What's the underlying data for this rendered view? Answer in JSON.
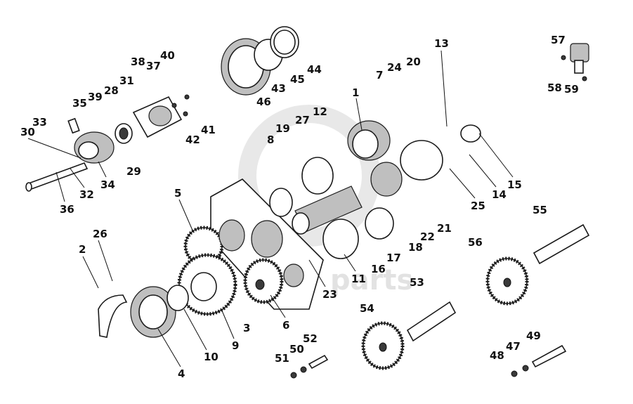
{
  "diagram": {
    "watermark": "parts",
    "labels": [
      "1",
      "2",
      "4",
      "5",
      "6",
      "7",
      "8",
      "9",
      "10",
      "11",
      "12",
      "13",
      "14",
      "15",
      "16",
      "17",
      "18",
      "19",
      "20",
      "21",
      "22",
      "23",
      "24",
      "25",
      "26",
      "27",
      "28",
      "29",
      "30",
      "31",
      "32",
      "33",
      "34",
      "35",
      "36",
      "37",
      "38",
      "39",
      "40",
      "41",
      "42",
      "43",
      "44",
      "45",
      "46",
      "47",
      "48",
      "49",
      "50",
      "51",
      "52",
      "53",
      "54",
      "55",
      "56",
      "57",
      "58",
      "59",
      "3"
    ]
  }
}
